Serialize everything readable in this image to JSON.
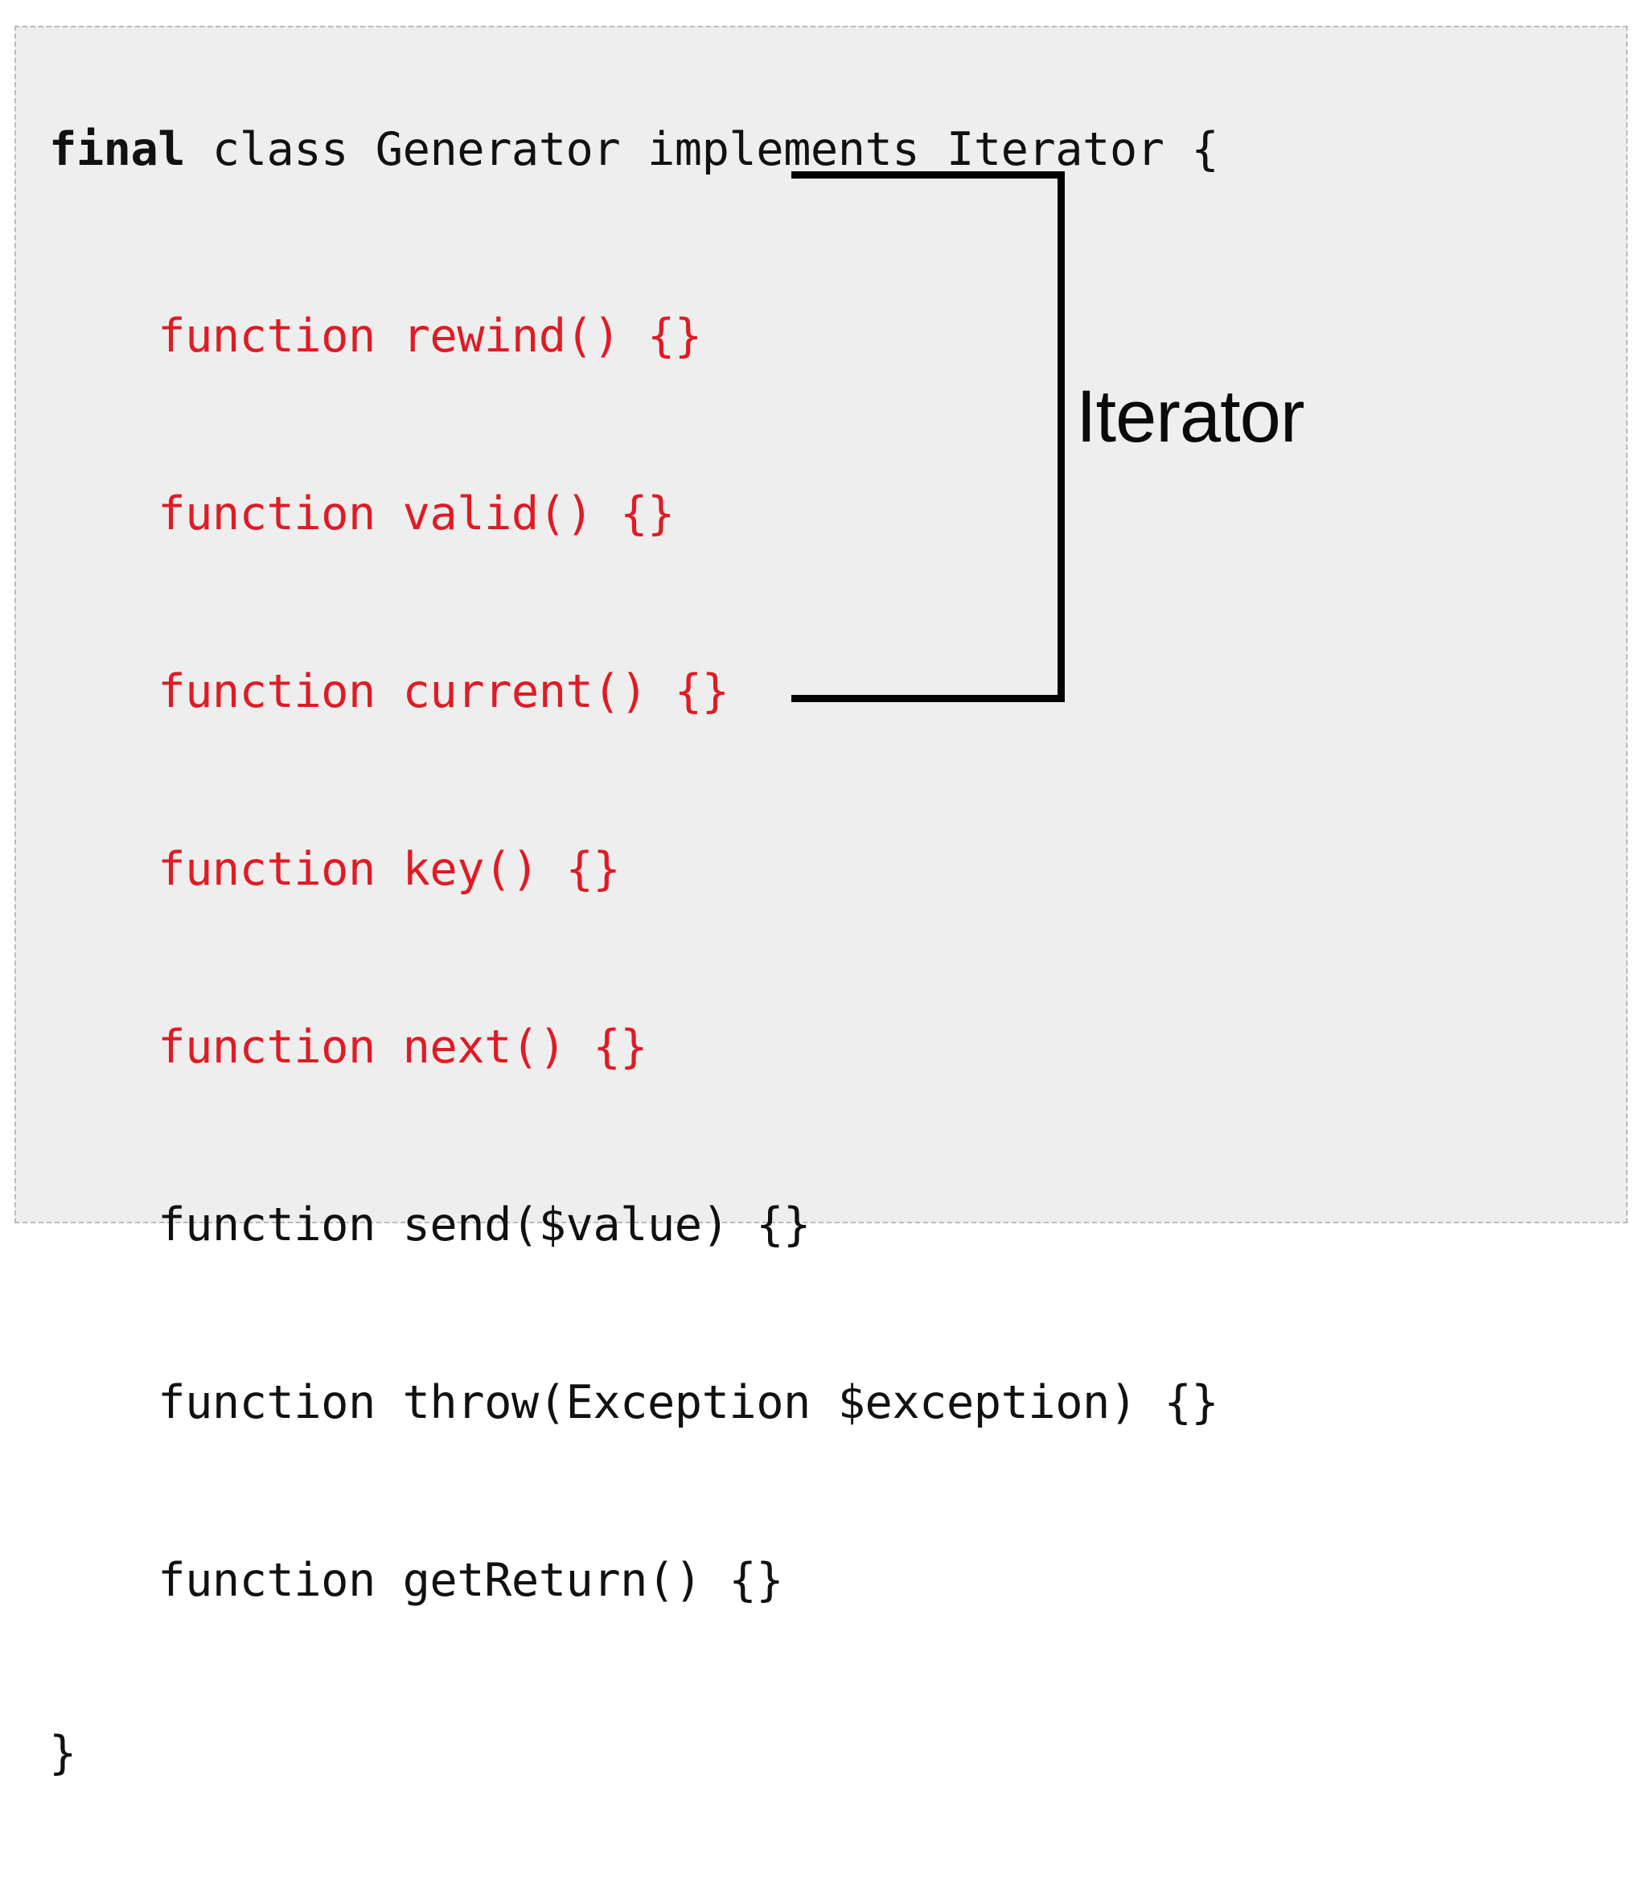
{
  "slide": {
    "background_color": "#eeeeee",
    "border_color": "#b9b9c0",
    "border_style": "dashed"
  },
  "code": {
    "language": "php",
    "text_color": "#111111",
    "highlight_color": "#e01b24",
    "lines": [
      {
        "id": "class-decl",
        "text": "final class Generator implements Iterator {",
        "bold_prefix": "final",
        "rest": " class Generator implements Iterator {",
        "highlighted": false
      },
      {
        "id": "method-rewind",
        "text": "    function rewind() {}",
        "highlighted": true
      },
      {
        "id": "method-valid",
        "text": "    function valid() {}",
        "highlighted": true
      },
      {
        "id": "method-current",
        "text": "    function current() {}",
        "highlighted": true
      },
      {
        "id": "method-key",
        "text": "    function key() {}",
        "highlighted": true
      },
      {
        "id": "method-next",
        "text": "    function next() {}",
        "highlighted": true
      },
      {
        "id": "method-send",
        "text": "    function send($value) {}",
        "highlighted": false
      },
      {
        "id": "method-throw",
        "text": "    function throw(Exception $exception) {}",
        "highlighted": false
      },
      {
        "id": "method-getreturn",
        "text": "    function getReturn() {}",
        "highlighted": false
      },
      {
        "id": "class-close",
        "text": "}",
        "highlighted": false
      }
    ]
  },
  "annotation": {
    "label": "Iterator",
    "label_color": "#0a0a0a",
    "bracket_color": "#000000"
  }
}
